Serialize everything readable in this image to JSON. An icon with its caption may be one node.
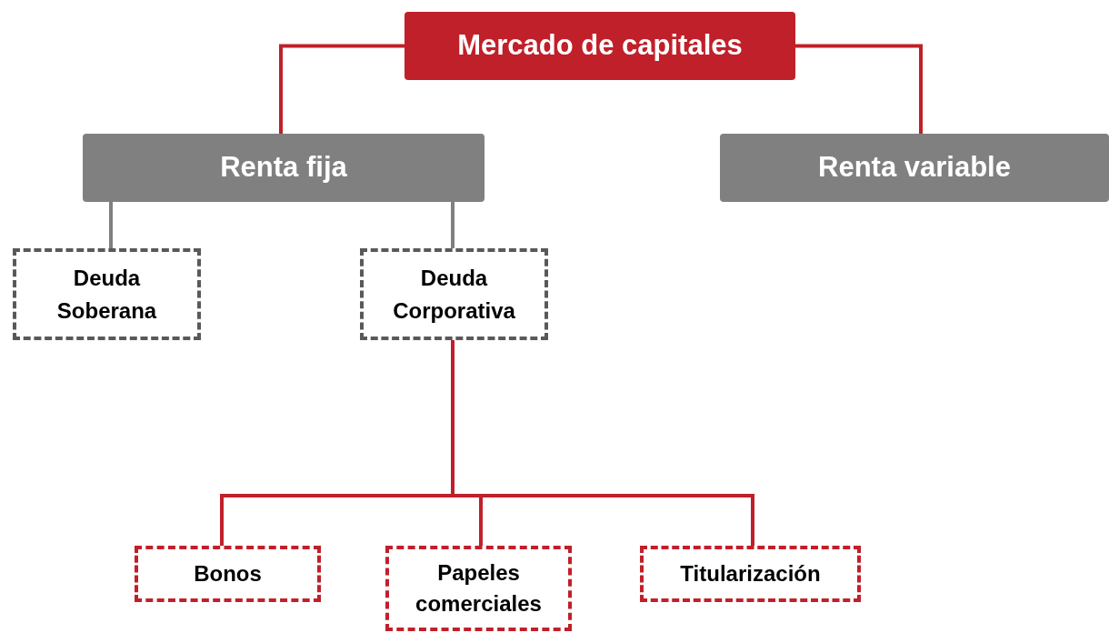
{
  "diagram": {
    "nodes": [
      {
        "text": [
          "Mercado de capitales"
        ]
      },
      {
        "text": [
          "Renta fija"
        ]
      },
      {
        "text": [
          "Renta variable"
        ]
      },
      {
        "text": [
          "Deuda Soberana"
        ]
      },
      {
        "text": [
          "Deuda Corporativa"
        ]
      },
      {
        "text": [
          "Bonos"
        ]
      },
      {
        "text": [
          "Papeles comerciales"
        ]
      },
      {
        "text": [
          "Titularización"
        ]
      }
    ],
    "edges": [
      {
        "from": 0,
        "to": 1,
        "arrow": "none"
      },
      {
        "from": 0,
        "to": 2,
        "arrow": "none"
      },
      {
        "from": 1,
        "to": 3,
        "arrow": "none",
        "color": "#808080"
      },
      {
        "from": 1,
        "to": 4,
        "arrow": "none",
        "color": "#808080"
      },
      {
        "from": 4,
        "to": 5,
        "arrow": "none"
      },
      {
        "from": 4,
        "to": 6,
        "arrow": "none"
      },
      {
        "from": 4,
        "to": 7,
        "arrow": "none"
      }
    ]
  }
}
